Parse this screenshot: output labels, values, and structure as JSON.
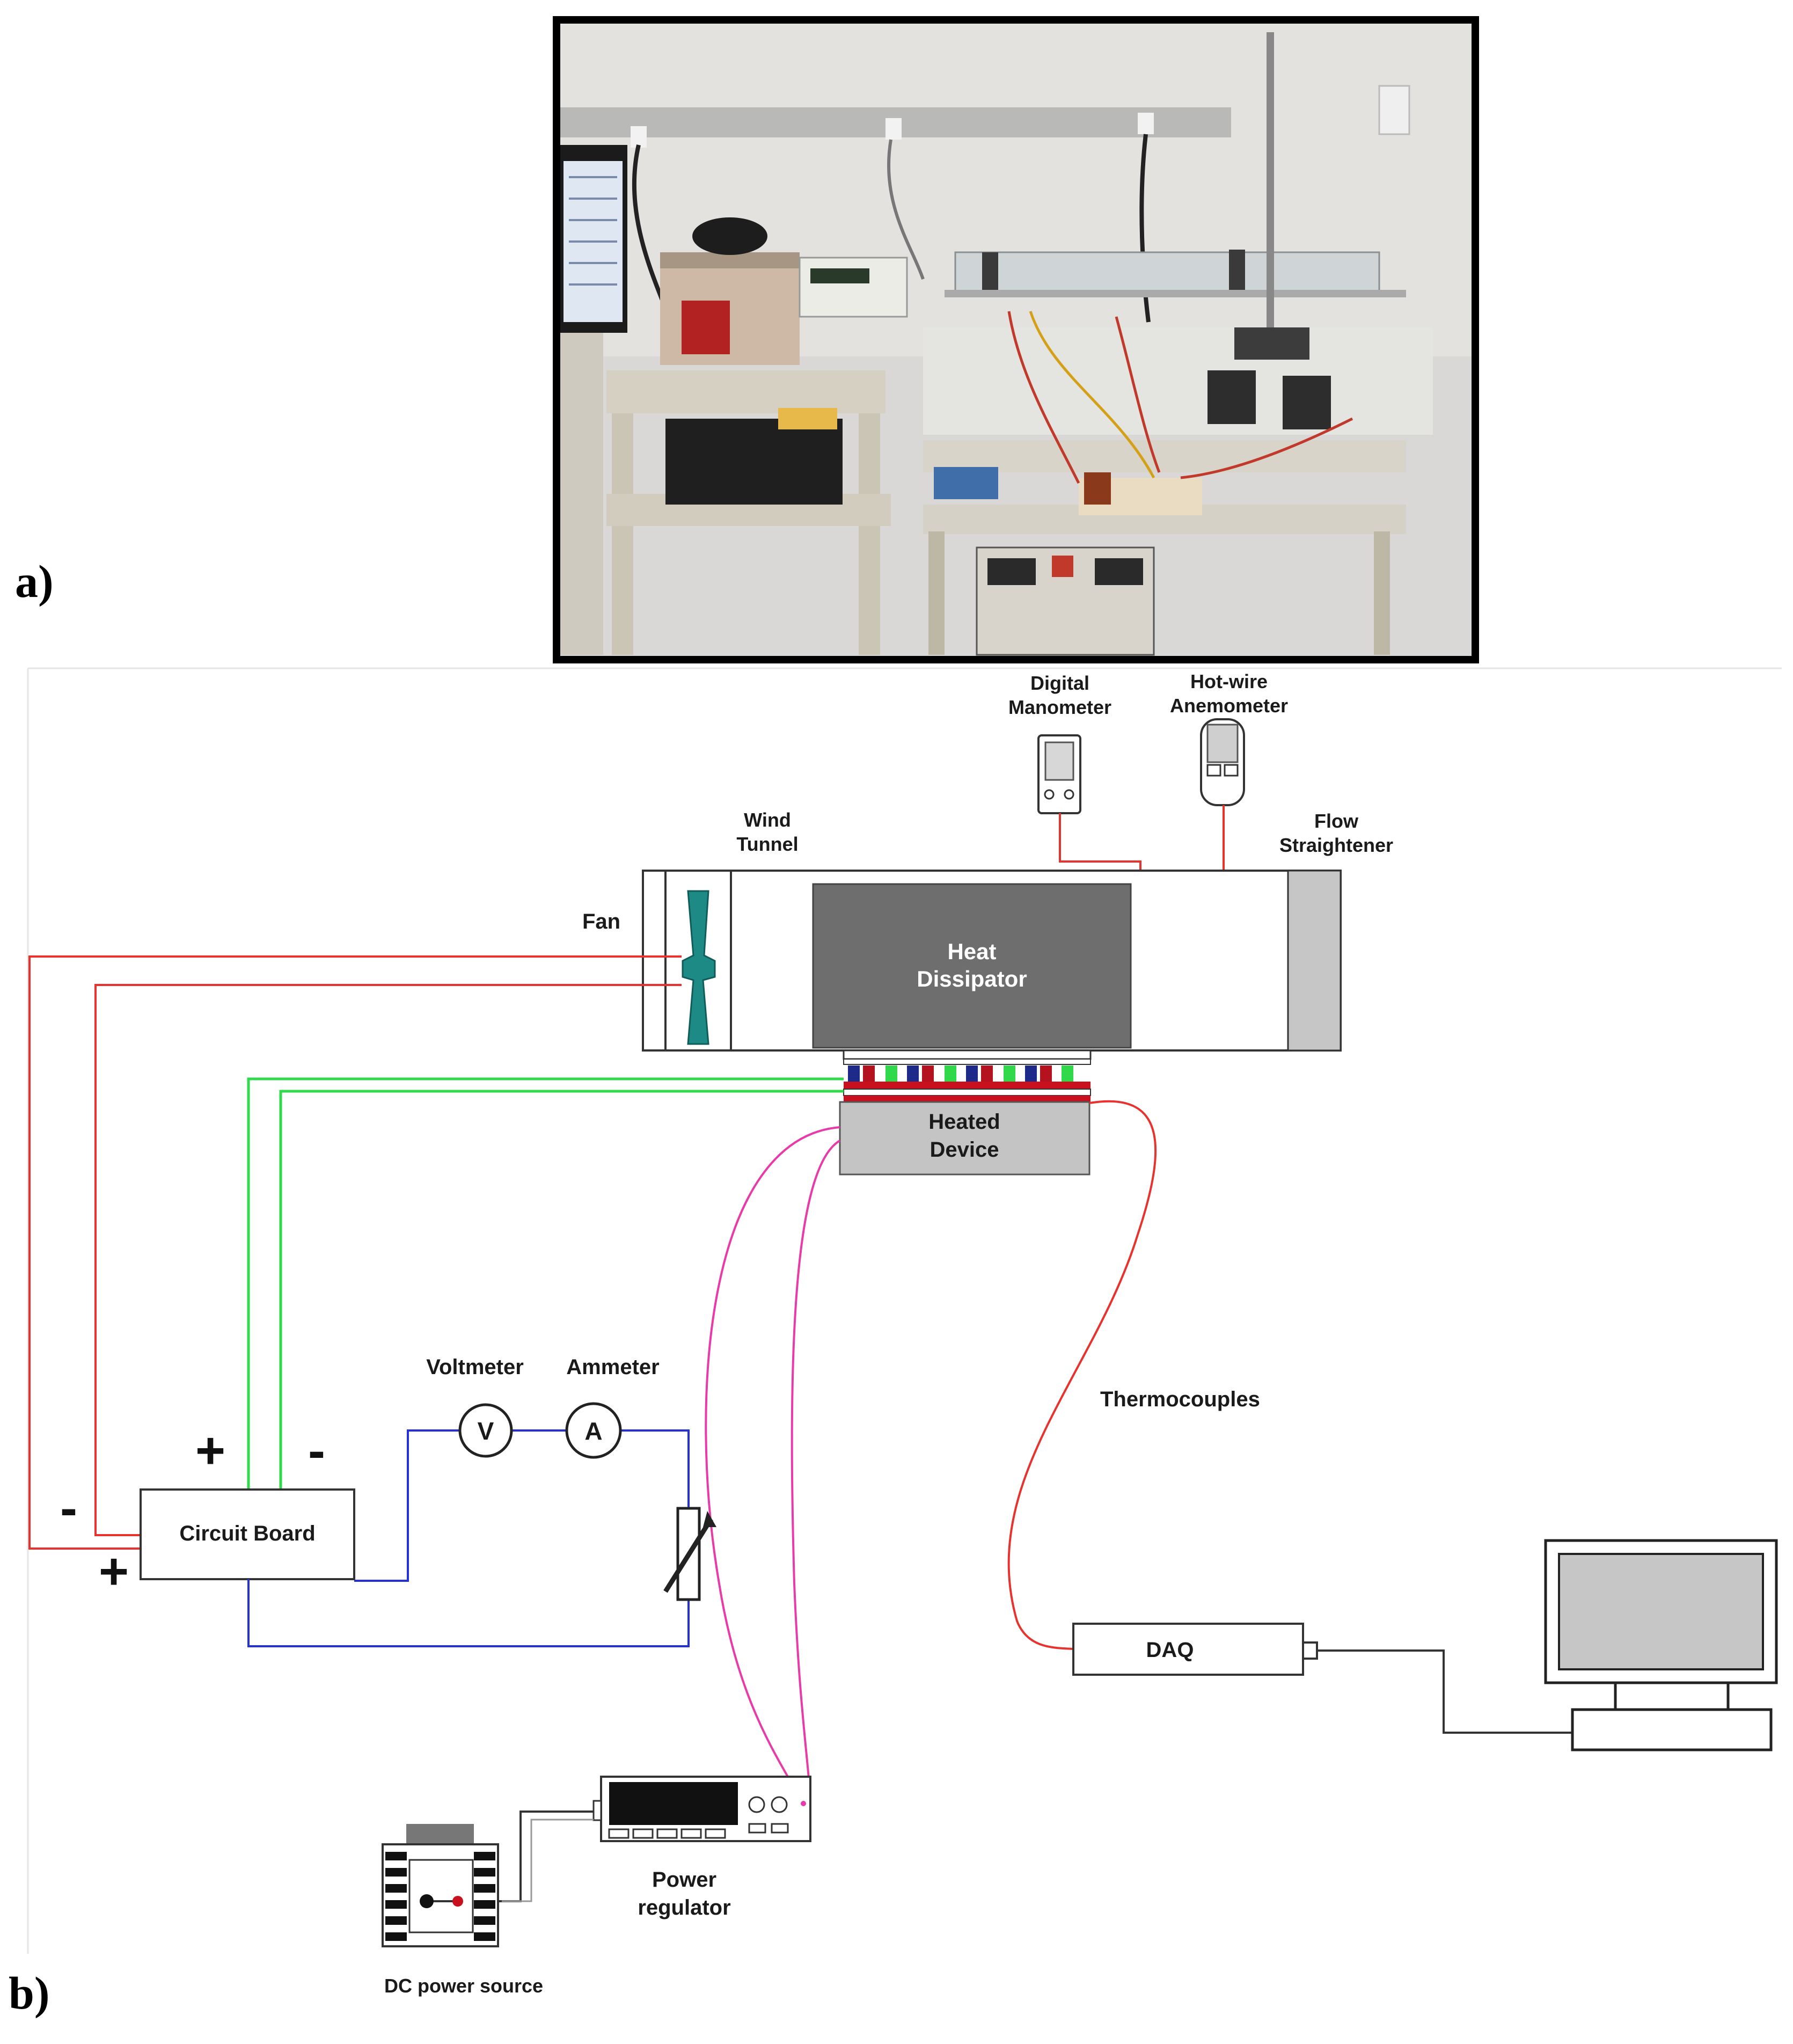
{
  "panels": {
    "a": {
      "label": "a)"
    },
    "b": {
      "label": "b)"
    }
  },
  "photo": {
    "icon": "lab-setup-photo"
  },
  "diagram": {
    "digital_manometer": {
      "line1": "Digital",
      "line2": "Manometer"
    },
    "hot_wire_anemometer": {
      "line1": "Hot-wire",
      "line2": "Anemometer"
    },
    "wind_tunnel": {
      "line1": "Wind",
      "line2": "Tunnel"
    },
    "flow_straightener": {
      "line1": "Flow",
      "line2": "Straightener"
    },
    "fan": {
      "label": "Fan"
    },
    "heat_dissipator": {
      "line1": "Heat",
      "line2": "Dissipator"
    },
    "heated_device": {
      "line1": "Heated",
      "line2": "Device"
    },
    "voltmeter": {
      "label": "Voltmeter",
      "symbol": "V"
    },
    "ammeter": {
      "label": "Ammeter",
      "symbol": "A"
    },
    "thermocouples": {
      "label": "Thermocouples"
    },
    "circuit_board": {
      "label": "Circuit Board"
    },
    "signs": {
      "plus_top": "+",
      "minus_top": "-",
      "minus_left": "-",
      "plus_left": "+"
    },
    "daq": {
      "label": "DAQ"
    },
    "power_regulator": {
      "line1": "Power",
      "line2": "regulator"
    },
    "dc_power_source": {
      "label": "DC power source"
    }
  },
  "colors": {
    "fan_wire": "#e8322e",
    "thermoelectric_wire": "#2fd94a",
    "circuit_wire": "#2430d8",
    "power_wire": "#e83aa8",
    "thermocouple_wire": "#e8322e",
    "fan_blade": "#1e8a86",
    "heat_dissipator": "#6e6e6e",
    "heated_device": "#c4c4c4",
    "flow_straightener": "#c6c6c6"
  }
}
